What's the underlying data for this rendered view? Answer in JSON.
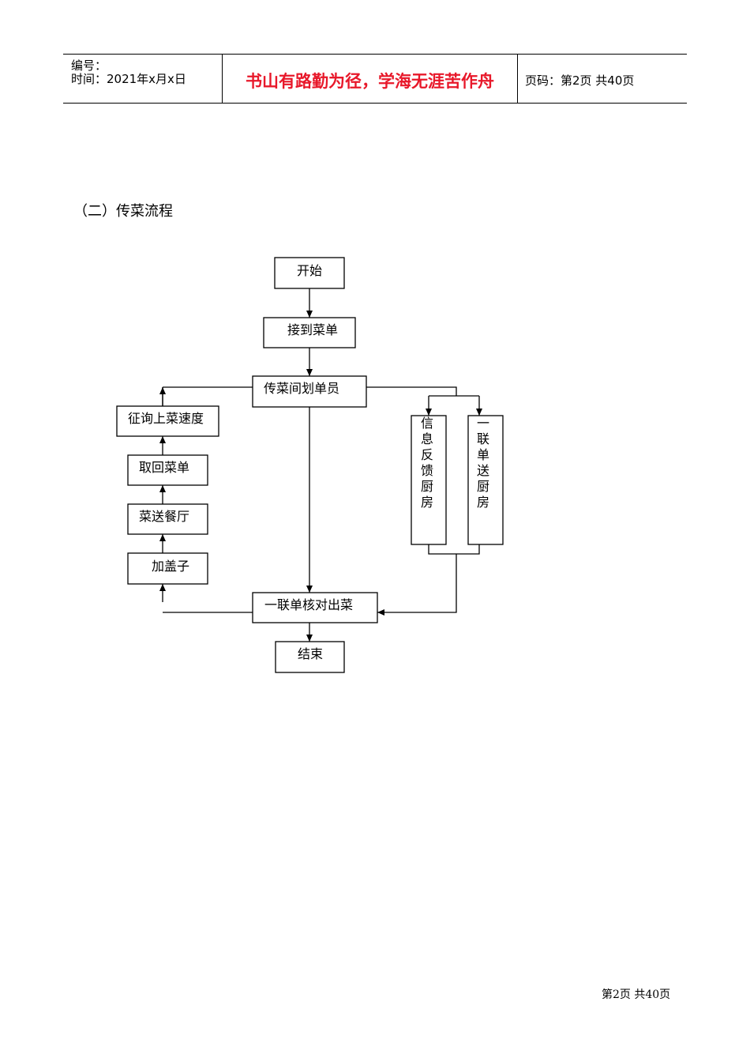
{
  "header": {
    "number_label": "编号：",
    "time_text": "时间：2021年x月x日",
    "motto": "书山有路勤为径，学海无涯苦作舟",
    "page_text": "页码：第2页 共40页"
  },
  "section_title": "（二）传菜流程",
  "flowchart": {
    "nodes": {
      "start": "开始",
      "receive": "接到菜单",
      "planner": "传菜间划单员",
      "ask_speed": "征询上菜速度",
      "retrieve": "取回菜单",
      "deliver": "菜送餐厅",
      "cover": "加盖子",
      "feedback": "信息反馈厨房",
      "copy_kitchen": "一联单送厨房",
      "check": "一联单核对出菜",
      "end": "结束"
    }
  },
  "footer": {
    "page_text": "第2页 共40页"
  }
}
